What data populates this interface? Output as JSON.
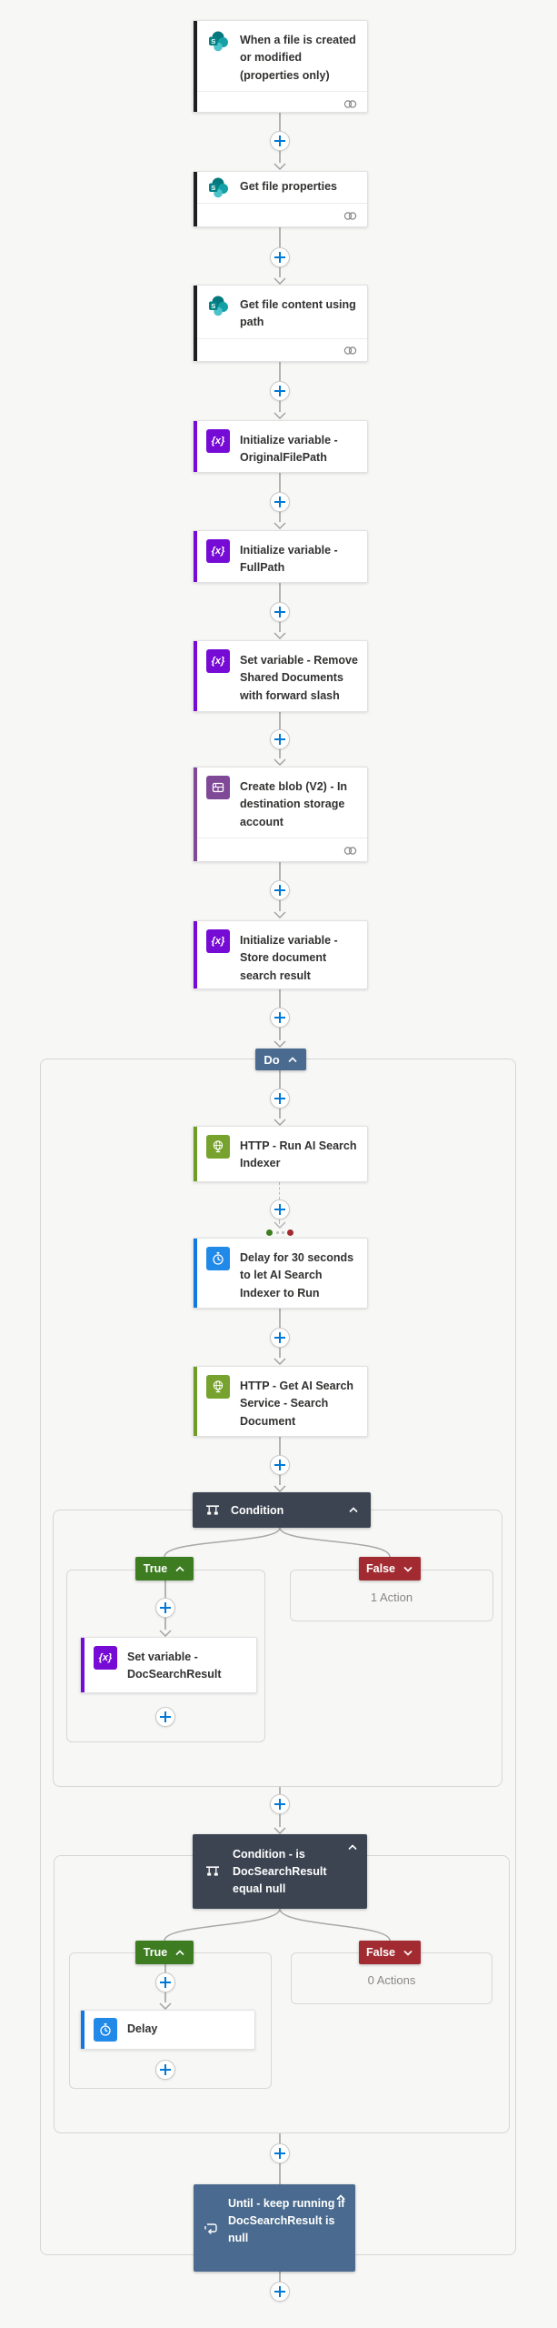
{
  "trigger_title": "When a file is created or modified (properties only)",
  "actions": {
    "get_file_properties": "Get file properties",
    "get_file_content": "Get file content using path",
    "init_original_file_path": "Initialize variable - OriginalFilePath",
    "init_full_path": "Initialize variable - FullPath",
    "set_remove_shared": "Set variable - Remove Shared Documents with forward slash",
    "create_blob": "Create blob (V2) - In destination storage account",
    "init_store_result": "Initialize variable - Store document search result",
    "http_run_indexer": "HTTP - Run AI Search Indexer",
    "delay_30s": "Delay for 30 seconds to let AI Search Indexer to Run",
    "http_get_search": "HTTP - Get AI Search Service - Search Document",
    "set_doc_search_result": "Set variable - DocSearchResult",
    "delay": "Delay"
  },
  "scopes": {
    "do_label": "Do",
    "condition1_label": "Condition",
    "condition2_label": "Condition - is DocSearchResult equal null",
    "until_label": "Until - keep running if DocSearchResult is null",
    "true_label": "True",
    "false_label": "False"
  },
  "summaries": {
    "condition1_false": "1 Action",
    "condition2_false": "0 Actions"
  },
  "icons": {
    "variable_glyph": "{x}"
  },
  "colors": {
    "plus_blue": "#0078D4",
    "sharepoint_teal": "#038387",
    "sharepoint_bar": "#1F1F1F",
    "variable_purple": "#770BD6",
    "blob_purple": "#804998",
    "http_green": "#70A227",
    "delay_blue": "#1E86E8",
    "scope_blue": "#4A6B8F",
    "condition_dark": "#3C4451",
    "true_green": "#3D7C21",
    "false_red": "#A12B31",
    "succeeded_dot_green": "#3D7C21",
    "failed_dot_red": "#A12B31"
  }
}
